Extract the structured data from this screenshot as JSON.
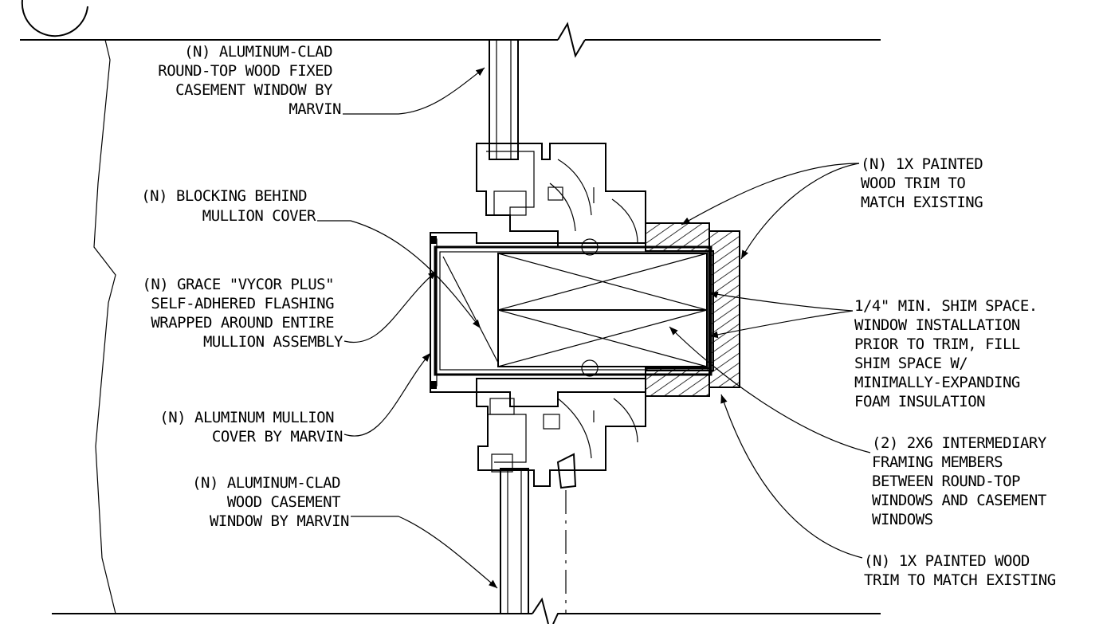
{
  "callouts": {
    "top_window": [
      "(N) ALUMINUM-CLAD",
      "ROUND-TOP WOOD FIXED",
      "CASEMENT WINDOW BY",
      "MARVIN"
    ],
    "blocking": [
      "(N) BLOCKING BEHIND",
      "MULLION COVER"
    ],
    "flashing": [
      "(N) GRACE \"VYCOR PLUS\"",
      "SELF-ADHERED FLASHING",
      "WRAPPED AROUND ENTIRE",
      "MULLION ASSEMBLY"
    ],
    "mullion_cover": [
      "(N) ALUMINUM MULLION",
      "COVER BY MARVIN"
    ],
    "bottom_window": [
      "(N) ALUMINUM-CLAD",
      "WOOD CASEMENT",
      "WINDOW BY MARVIN"
    ],
    "trim_top": [
      "(N) 1X PAINTED",
      "WOOD TRIM TO",
      "MATCH EXISTING"
    ],
    "shim": [
      "1/4\" MIN. SHIM SPACE.",
      "WINDOW INSTALLATION",
      "PRIOR TO TRIM, FILL",
      "SHIM SPACE W/",
      "MINIMALLY-EXPANDING",
      "FOAM INSULATION"
    ],
    "framing": [
      "(2) 2X6 INTERMEDIARY",
      "FRAMING MEMBERS",
      "BETWEEN ROUND-TOP",
      "WINDOWS AND CASEMENT",
      "WINDOWS"
    ],
    "trim_bottom": [
      "(N) 1X PAINTED WOOD",
      "TRIM TO MATCH EXISTING"
    ]
  }
}
